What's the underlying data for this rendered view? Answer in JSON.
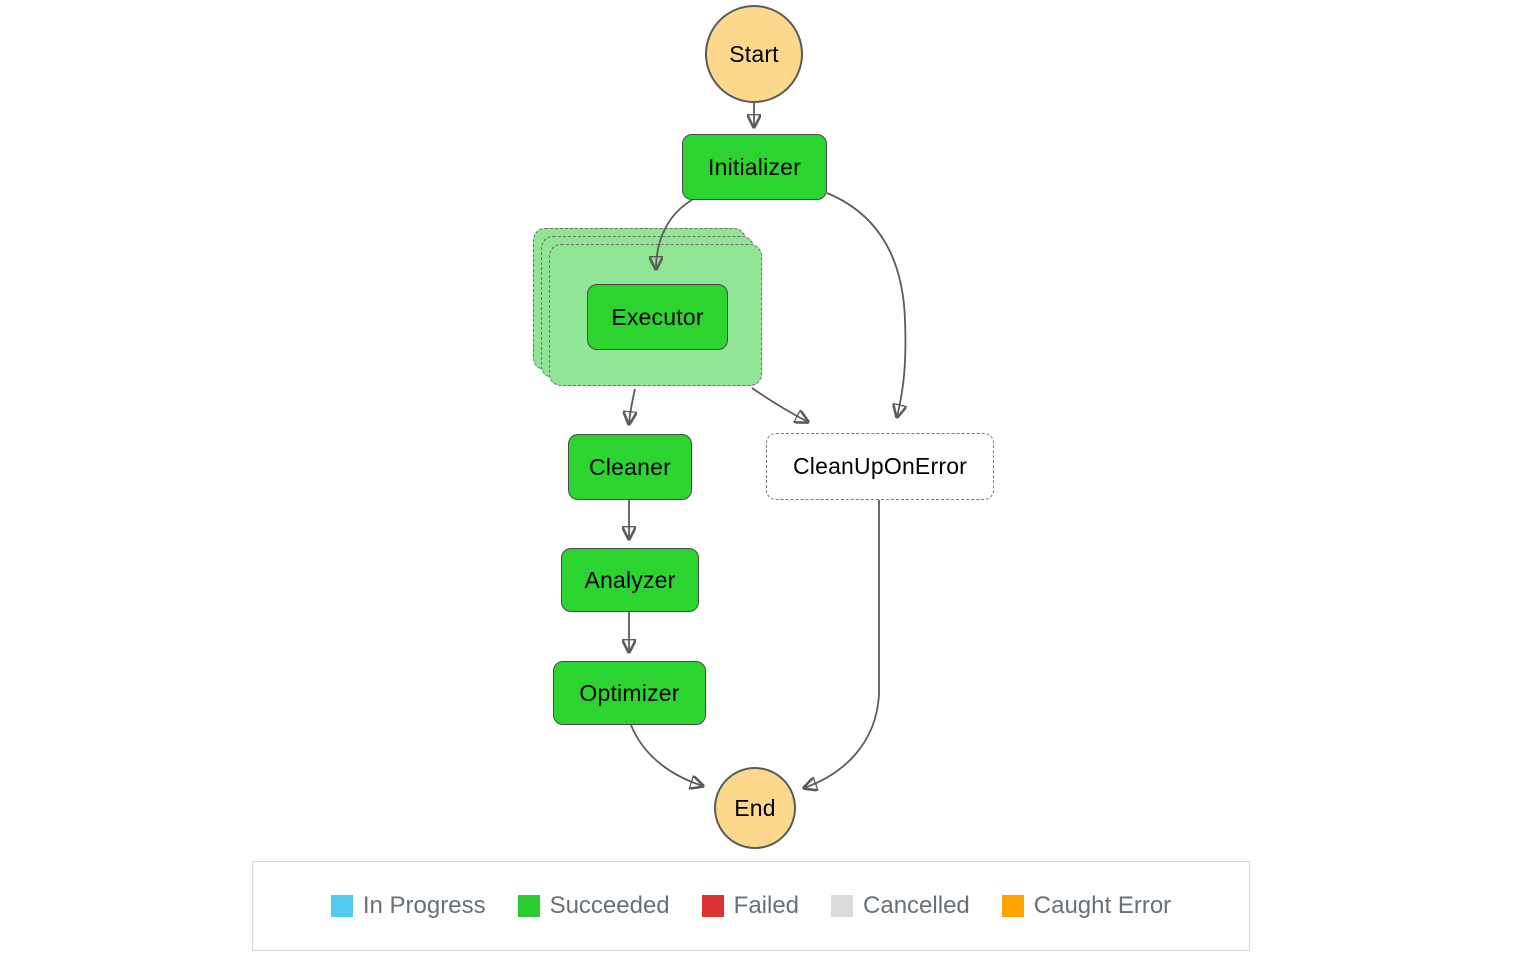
{
  "diagram": {
    "nodes": {
      "start": {
        "label": "Start",
        "fill": "#FBD88C"
      },
      "initializer": {
        "label": "Initializer",
        "fill": "#2BD42E"
      },
      "executor": {
        "label": "Executor",
        "fill": "#2BD42E"
      },
      "cleaner": {
        "label": "Cleaner",
        "fill": "#2BD42E"
      },
      "cleanup_on_error": {
        "label": "CleanUpOnError",
        "fill": "#FFFFFF"
      },
      "analyzer": {
        "label": "Analyzer",
        "fill": "#2BD42E"
      },
      "optimizer": {
        "label": "Optimizer",
        "fill": "#2BD42E"
      },
      "end": {
        "label": "End",
        "fill": "#FBD88C"
      }
    },
    "map_iterator_fill": "#90E694",
    "edge_color": "#5c5c5c",
    "edges": [
      {
        "from": "Start",
        "to": "Initializer"
      },
      {
        "from": "Initializer",
        "to": "Executor"
      },
      {
        "from": "Initializer",
        "to": "CleanUpOnError"
      },
      {
        "from": "Executor",
        "to": "Cleaner"
      },
      {
        "from": "Executor",
        "to": "CleanUpOnError"
      },
      {
        "from": "Cleaner",
        "to": "Analyzer"
      },
      {
        "from": "Analyzer",
        "to": "Optimizer"
      },
      {
        "from": "Optimizer",
        "to": "End"
      },
      {
        "from": "CleanUpOnError",
        "to": "End"
      }
    ]
  },
  "legend": {
    "text_color": "#687078",
    "items": [
      {
        "label": "In Progress",
        "color": "#53C9EC"
      },
      {
        "label": "Succeeded",
        "color": "#2CCB30"
      },
      {
        "label": "Failed",
        "color": "#DE3333"
      },
      {
        "label": "Cancelled",
        "color": "#DCDCDC"
      },
      {
        "label": "Caught Error",
        "color": "#FFA400"
      }
    ]
  }
}
